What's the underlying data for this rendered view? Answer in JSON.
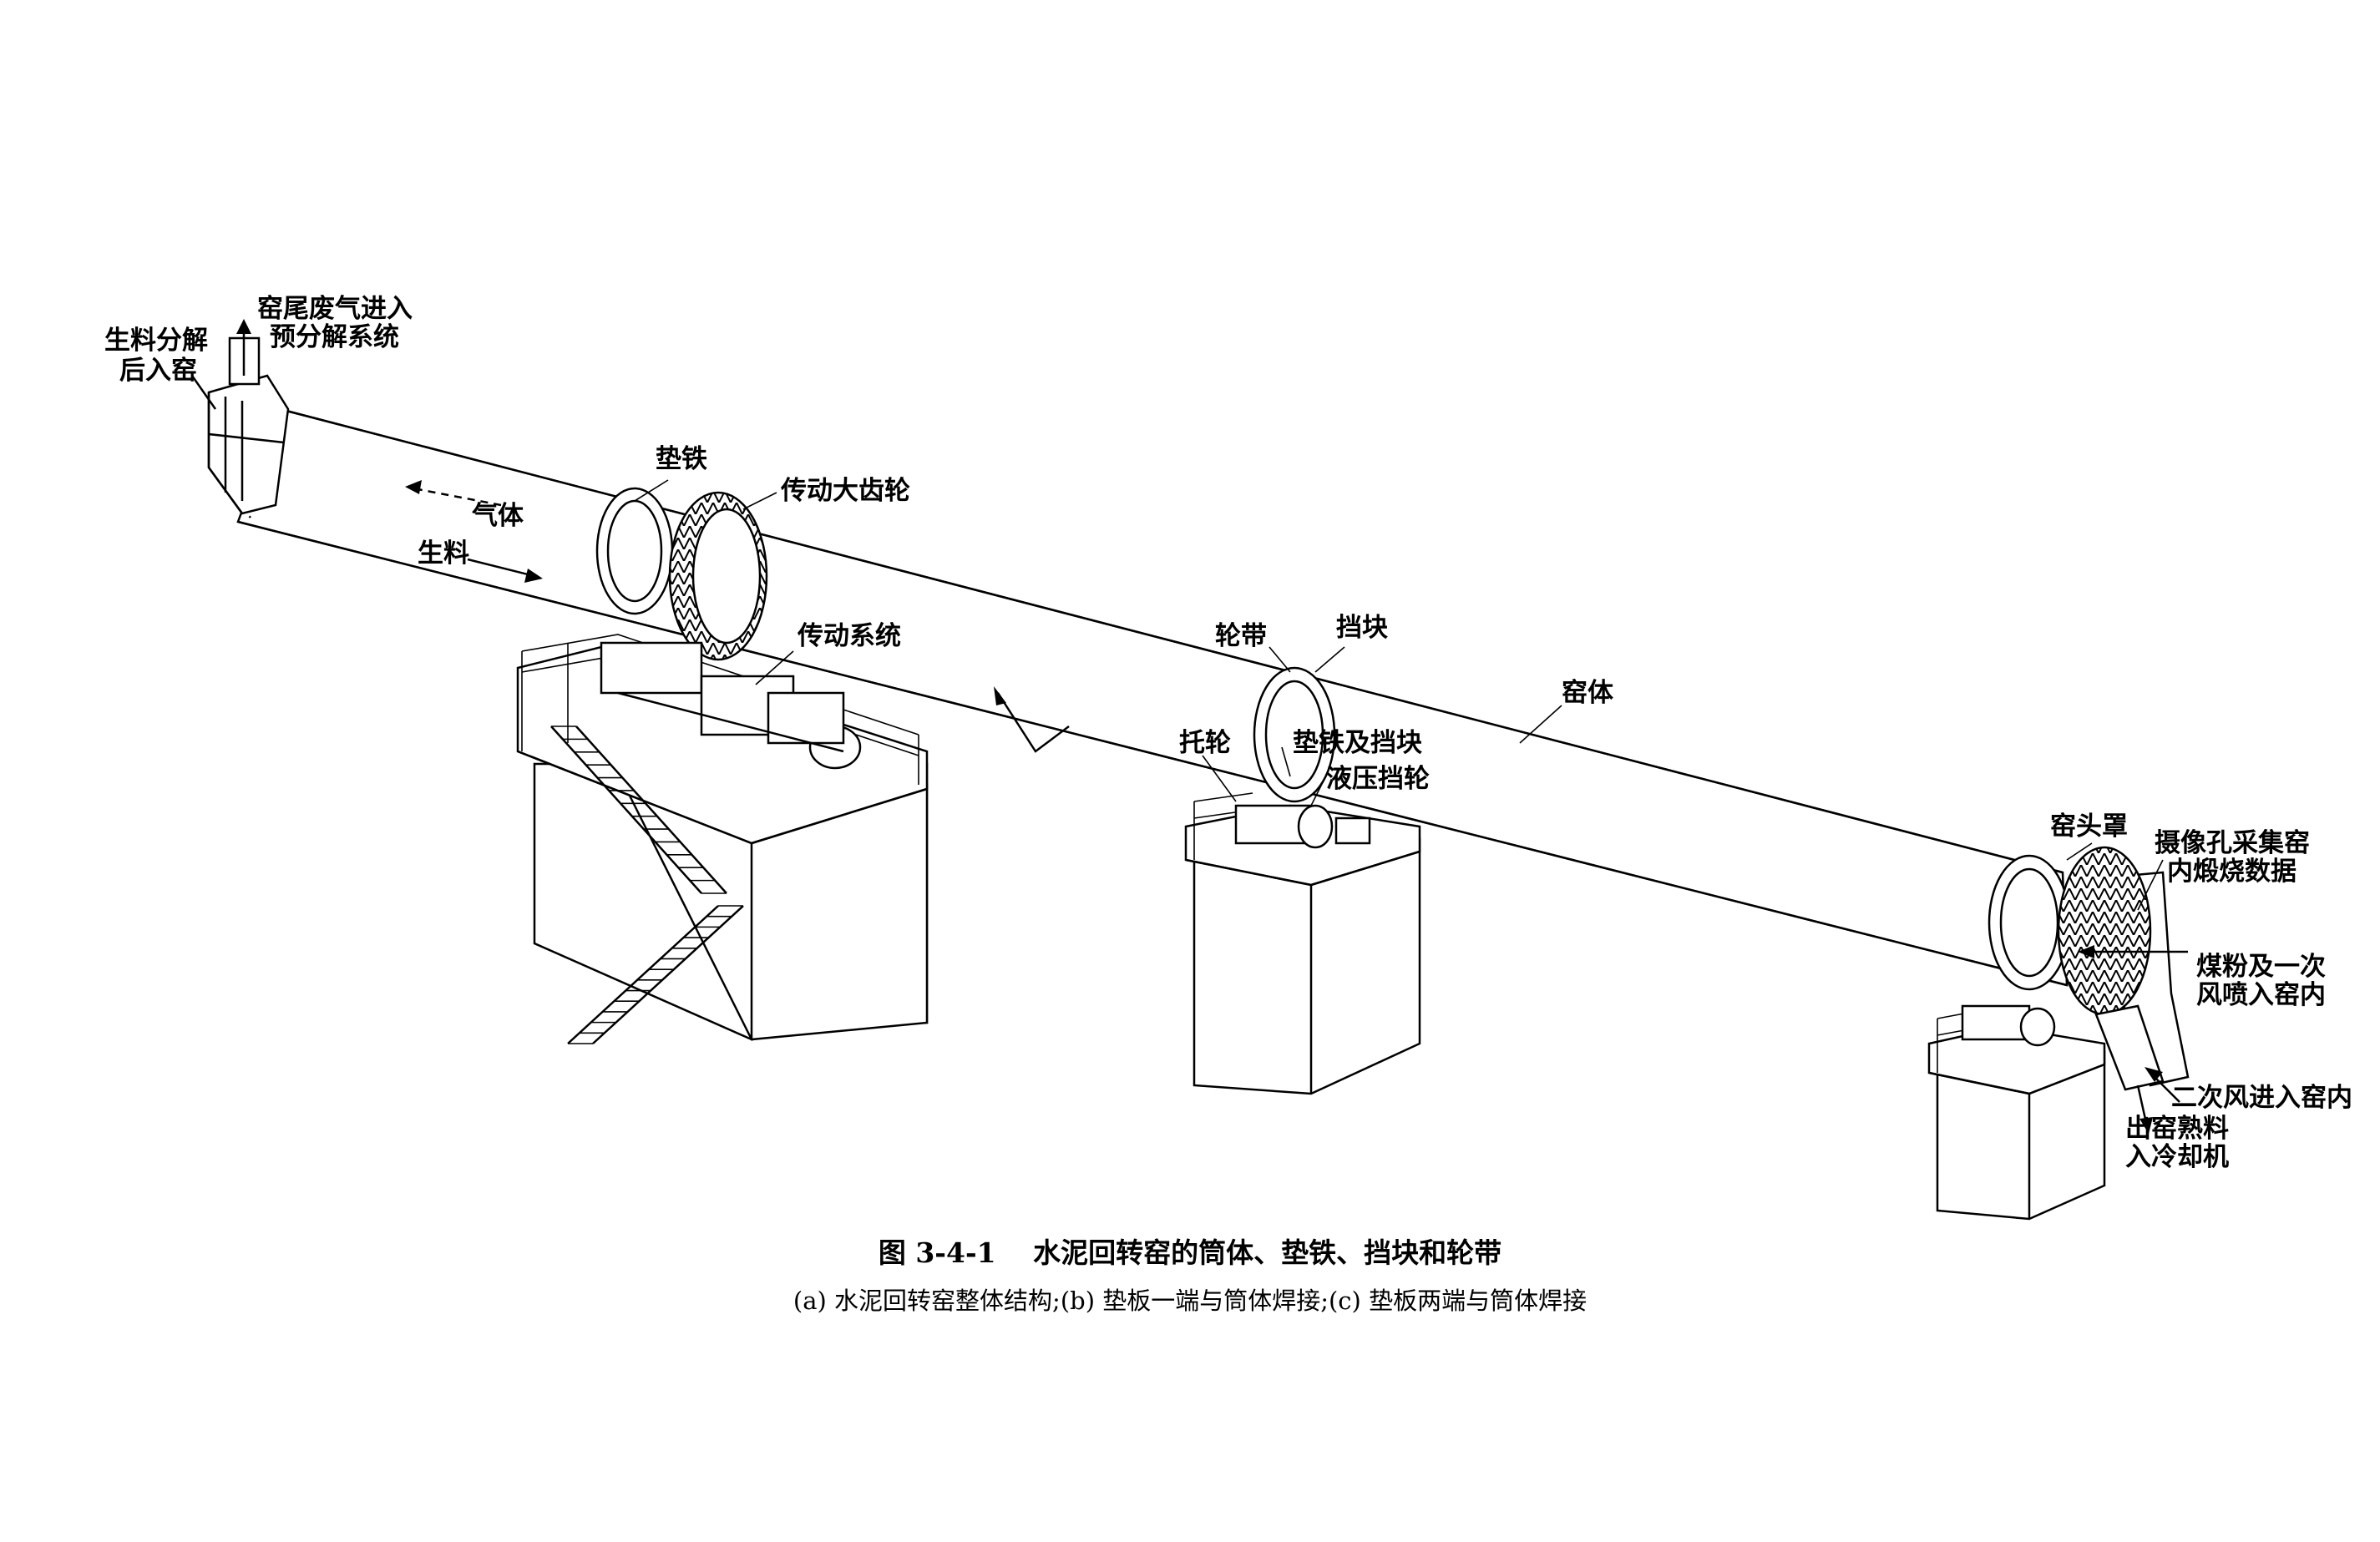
{
  "labels": {
    "feed_in": [
      "生料分解",
      "后入窑"
    ],
    "exhaust": [
      "窑尾废气进入",
      "预分解系统"
    ],
    "gas": "气体",
    "raw_material": "生料",
    "shim": "垫铁",
    "girth_gear": "传动大齿轮",
    "drive_system": "传动系统",
    "tyre": "轮带",
    "stopper": "挡块",
    "kiln_body": "窑体",
    "support_roller": "托轮",
    "shim_and_stopper": "垫铁及挡块",
    "hydraulic_roller": "液压挡轮",
    "kiln_hood": "窑头罩",
    "camera": [
      "摄像孔采集窑",
      "内煅烧数据"
    ],
    "coal_air": [
      "煤粉及一次",
      "风喷入窑内"
    ],
    "secondary_air": "二次风进入窑内",
    "clinker_out": [
      "出窑熟料",
      "入冷却机"
    ]
  },
  "caption": {
    "title": "图 3-4-1　 水泥回转窑的筒体、垫铁、挡块和轮带",
    "subtitle": "(a) 水泥回转窑整体结构;(b) 垫板一端与筒体焊接;(c) 垫板两端与筒体焊接"
  }
}
